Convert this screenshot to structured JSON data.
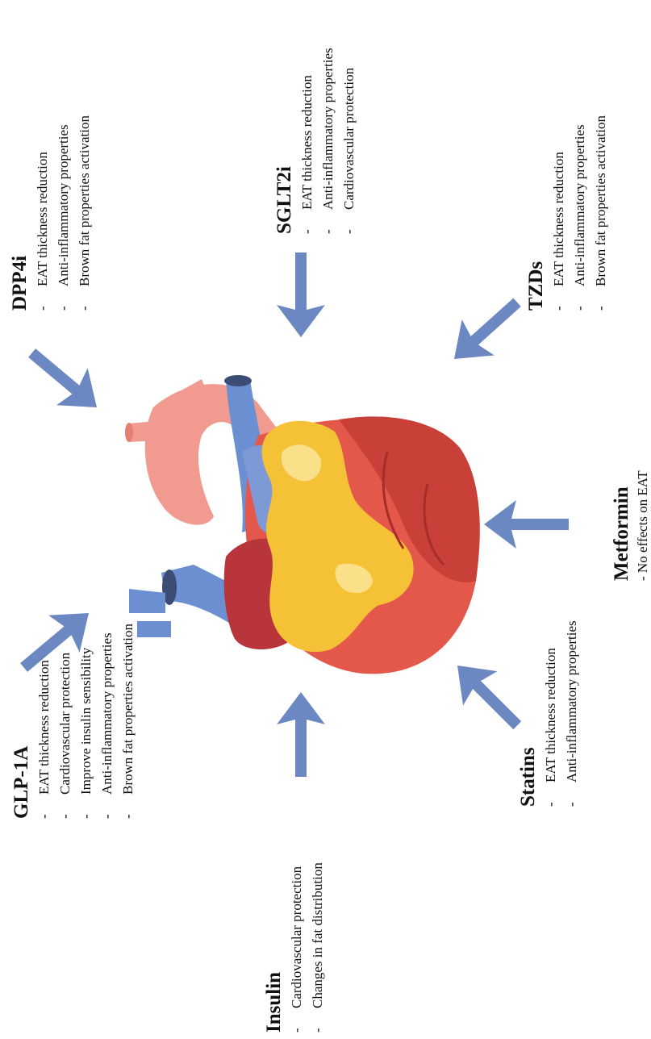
{
  "drugs": {
    "dpp4i": {
      "name": "DPP4i",
      "effects": [
        "EAT thickness reduction",
        "Anti-inflammatory properties",
        "Brown fat properties activation"
      ]
    },
    "sglt2i": {
      "name": "SGLT2i",
      "effects": [
        "EAT thickness reduction",
        "Anti-inflammatory properties",
        "Cardiovascular protection"
      ]
    },
    "tzds": {
      "name": "TZDs",
      "effects": [
        "EAT thickness reduction",
        "Anti-inflammatory properties",
        "Brown fat properties activation"
      ]
    },
    "metformin": {
      "name": "Metformin",
      "note": "- No effects on EAT"
    },
    "statins": {
      "name": "Statins",
      "effects": [
        "EAT thickness reduction",
        "Anti-inflammatory properties"
      ]
    },
    "insulin": {
      "name": "Insulin",
      "effects": [
        "Cardiovascular protection",
        "Changes in fat distribution"
      ]
    },
    "glp1a": {
      "name": "GLP-1A",
      "effects": [
        "EAT thickness reduction",
        "Cardiovascular protection",
        "Improve insulin sensibility",
        "Anti-inflammatory properties",
        "Brown fat properties activation"
      ]
    }
  },
  "bullet": "-",
  "colors": {
    "arrow": "#6b88c2",
    "fat": "#f5c237",
    "muscle": "#e4584b",
    "muscle_dark": "#c23a33",
    "aorta": "#f19a8f",
    "vein": "#6c8fd1",
    "vein_dark": "#4f6fb3"
  }
}
